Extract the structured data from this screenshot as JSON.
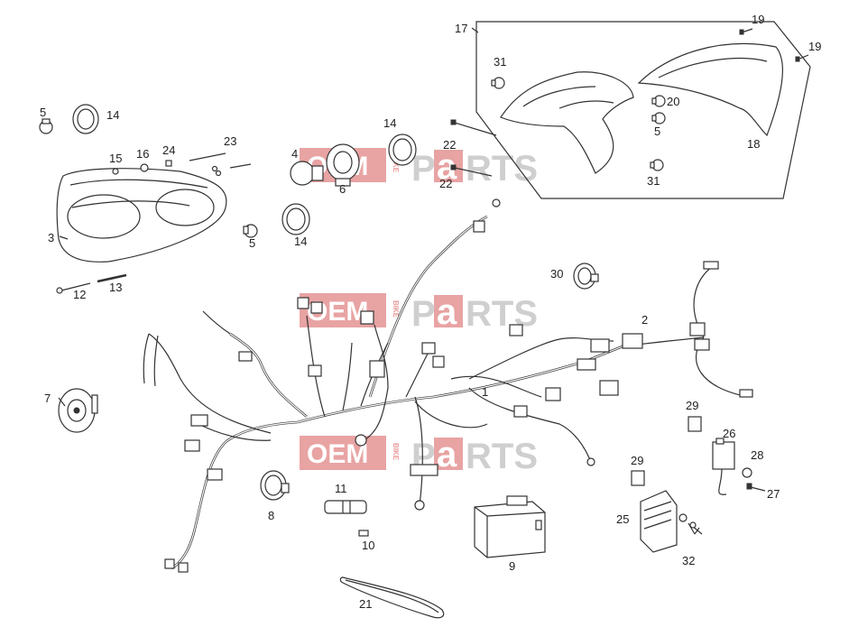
{
  "diagram": {
    "callouts": [
      "1",
      "2",
      "3",
      "4",
      "5",
      "5",
      "5",
      "6",
      "7",
      "8",
      "9",
      "10",
      "11",
      "12",
      "13",
      "14",
      "14",
      "14",
      "15",
      "16",
      "17",
      "18",
      "19",
      "19",
      "20",
      "21",
      "22",
      "22",
      "23",
      "24",
      "25",
      "26",
      "27",
      "28",
      "29",
      "29",
      "30",
      "31",
      "31",
      "32"
    ]
  },
  "watermark": {
    "oem": "OEM",
    "bike": "BIKE",
    "pa_prefix": "P",
    "pa_highlight": "a",
    "pa_suffix": "RTS",
    "brand_color": "#e02020",
    "grey_color": "#cfcfcf"
  }
}
